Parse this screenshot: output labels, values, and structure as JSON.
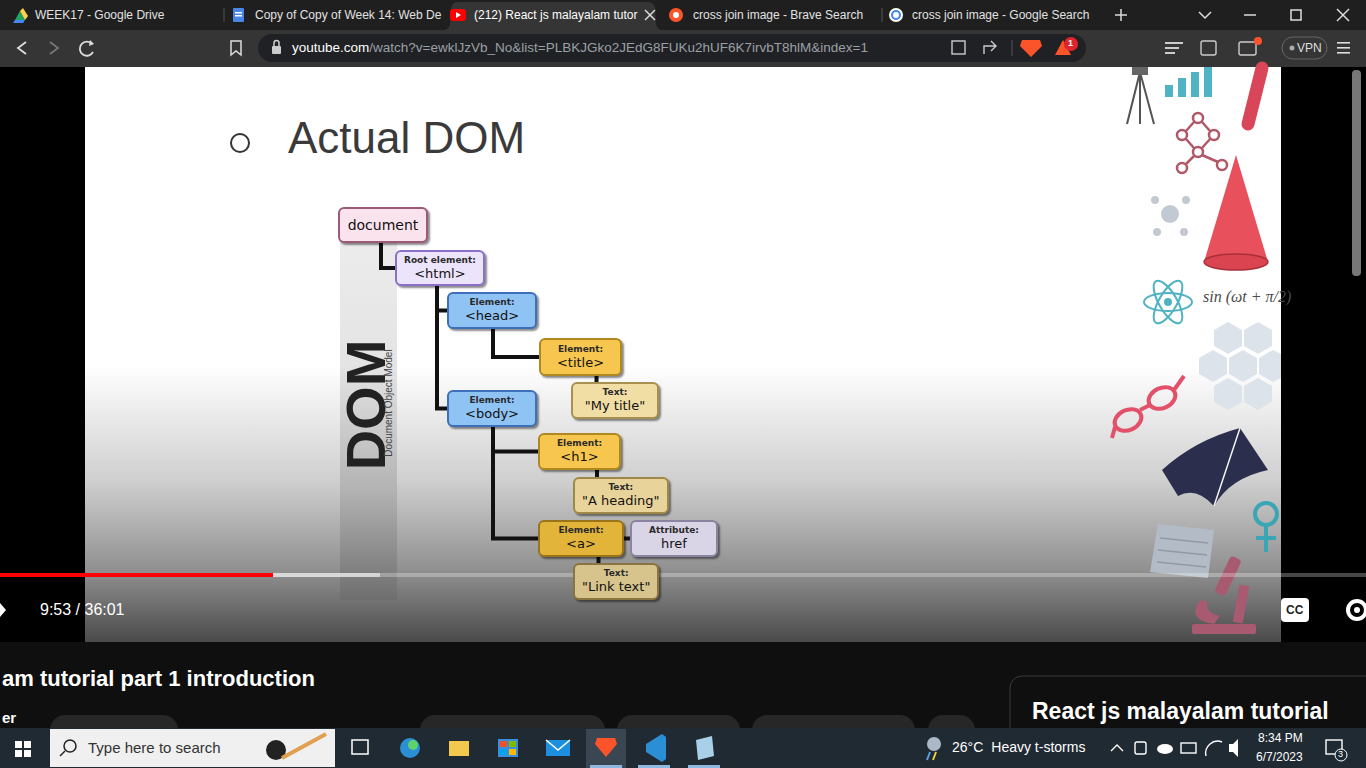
{
  "diagram": {
    "title": "Actual DOM",
    "nodes": [
      {
        "text": [
          "document"
        ]
      },
      {
        "text": [
          "Root element:",
          "<html>"
        ]
      },
      {
        "text": [
          "Element:",
          "<head>"
        ]
      },
      {
        "text": [
          "Element:",
          "<title>"
        ]
      },
      {
        "text": [
          "Text:",
          "\"My title\""
        ]
      },
      {
        "text": [
          "Element:",
          "<body>"
        ]
      },
      {
        "text": [
          "Element:",
          "<h1>"
        ]
      },
      {
        "text": [
          "Text:",
          "\"A heading\""
        ]
      },
      {
        "text": [
          "Element:",
          "<a>"
        ]
      },
      {
        "text": [
          "Attribute:",
          "href"
        ]
      },
      {
        "text": [
          "Text:",
          "\"Link text\""
        ]
      }
    ],
    "edges": [
      {
        "from": 0,
        "to": 1,
        "arrow": "none"
      },
      {
        "from": 1,
        "to": 2,
        "arrow": "none"
      },
      {
        "from": 1,
        "to": 5,
        "arrow": "none"
      },
      {
        "from": 2,
        "to": 3,
        "arrow": "none"
      },
      {
        "from": 3,
        "to": 4,
        "arrow": "none"
      },
      {
        "from": 5,
        "to": 6,
        "arrow": "none"
      },
      {
        "from": 5,
        "to": 8,
        "arrow": "none"
      },
      {
        "from": 6,
        "to": 7,
        "arrow": "none"
      },
      {
        "from": 8,
        "to": 9,
        "arrow": "none"
      },
      {
        "from": 8,
        "to": 10,
        "arrow": "none"
      }
    ],
    "labels": [
      "WEEK17 - Google Drive",
      "Copy of Copy of Week 14: Web De",
      "(212) React js malayalam tutor",
      "cross join image - Brave Search",
      "cross join image - Google Search",
      "youtube.com",
      "/watch?v=ewklJzVb_No&list=PLBKJGko2JEdG8FUKu2hUF6K7irvbT8hlM&index=1",
      "1",
      "VPN",
      "DOM",
      "Document Object Model",
      "sin (ωt + π/2)",
      "9:53 / 36:01",
      "CC",
      "am tutorial part 1 introduction",
      "er",
      "React js malayalam tutorial",
      "Type here to search",
      "26°C",
      "Heavy t-storms",
      "8:34 PM",
      "6/7/2023",
      "3"
    ]
  }
}
